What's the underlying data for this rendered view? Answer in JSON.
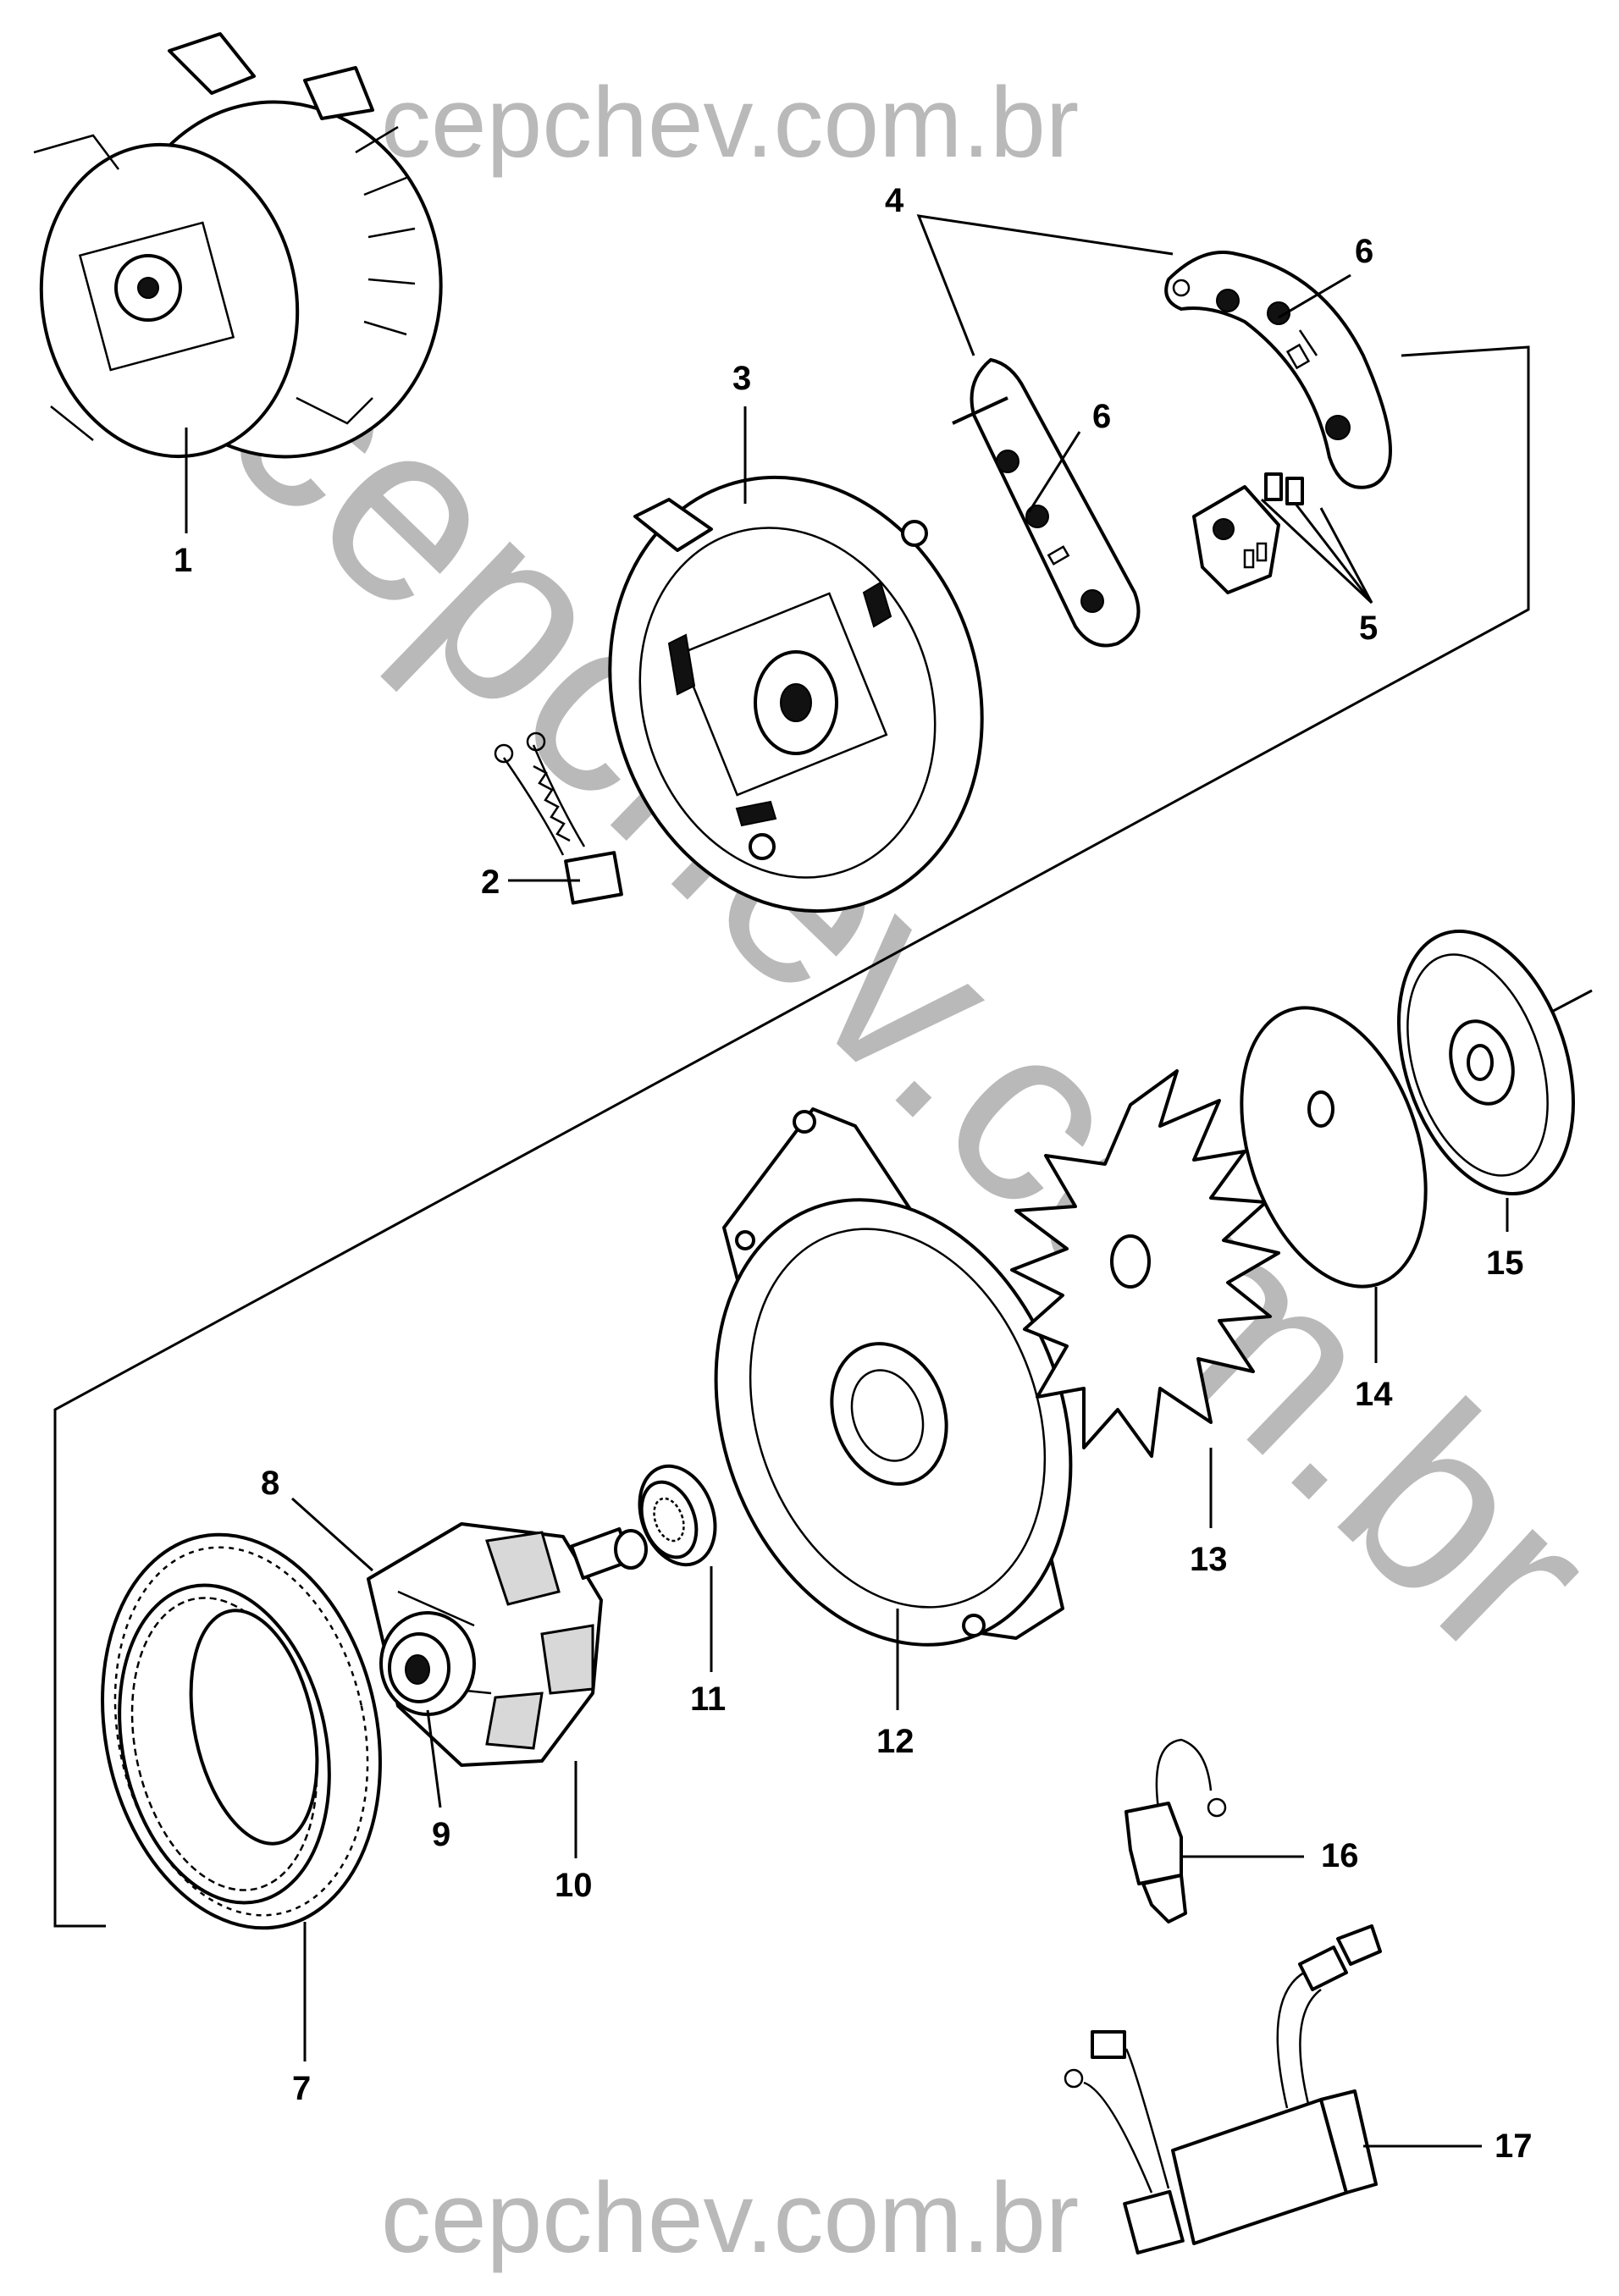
{
  "watermark": {
    "top": "cepchev.com.br",
    "bottom": "cepchev.com.br",
    "diagonal": "cepchev.com.br"
  },
  "callouts": [
    {
      "id": "1",
      "label": "1"
    },
    {
      "id": "2",
      "label": "2"
    },
    {
      "id": "3",
      "label": "3"
    },
    {
      "id": "4",
      "label": "4"
    },
    {
      "id": "5",
      "label": "5"
    },
    {
      "id": "6a",
      "label": "6"
    },
    {
      "id": "6b",
      "label": "6"
    },
    {
      "id": "7",
      "label": "7"
    },
    {
      "id": "8",
      "label": "8"
    },
    {
      "id": "9",
      "label": "9"
    },
    {
      "id": "10",
      "label": "10"
    },
    {
      "id": "11",
      "label": "11"
    },
    {
      "id": "12",
      "label": "12"
    },
    {
      "id": "13",
      "label": "13"
    },
    {
      "id": "14",
      "label": "14"
    },
    {
      "id": "15",
      "label": "15"
    },
    {
      "id": "16",
      "label": "16"
    },
    {
      "id": "17",
      "label": "17"
    }
  ],
  "colors": {
    "line": "#000000",
    "watermark": "#b9b9b9",
    "background": "#ffffff"
  }
}
